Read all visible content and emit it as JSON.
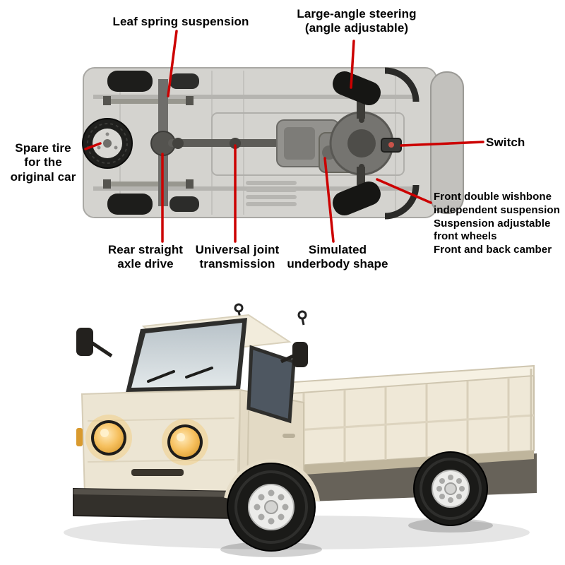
{
  "colors": {
    "callout_line": "#cc0000",
    "truck_body": "#ece5d3",
    "chassis_gray": "#d4d3cf"
  },
  "annotations": {
    "leaf_spring": "Leaf spring suspension",
    "steering": "Large-angle steering\n(angle adjustable)",
    "spare_tire": "Spare tire\nfor the\noriginal car",
    "switch": "Switch",
    "front_suspension": "Front double wishbone\nindependent suspension\nSuspension adjustable\nfront wheels\nFront and back camber",
    "rear_axle": "Rear straight\naxle drive",
    "universal_joint": "Universal joint\ntransmission",
    "underbody": "Simulated\nunderbody shape"
  }
}
